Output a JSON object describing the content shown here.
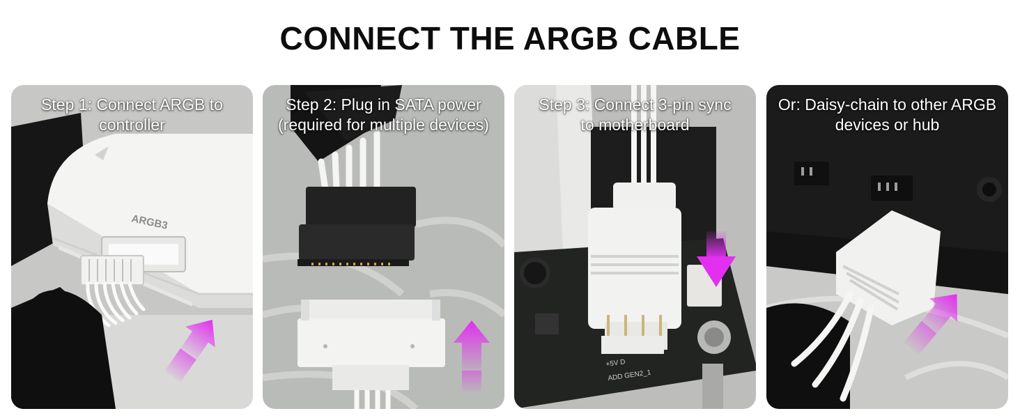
{
  "title": "CONNECT THE ARGB CABLE",
  "steps": [
    {
      "line1": "Step 1: Connect ARGB to",
      "line2": "controller",
      "label": "ARGB3"
    },
    {
      "line1": "Step 2: Plug in SATA power",
      "line2": "(required for multiple devices)"
    },
    {
      "line1": "Step 3: Connect 3-pin sync",
      "line2": "to motherboard",
      "label1": "+5V D",
      "label2": "ADD GEN2_1"
    },
    {
      "line1": "Or: Daisy-chain to other ARGB",
      "line2": "devices or hub"
    }
  ],
  "colors": {
    "arrow": "#e22ff0",
    "panel_dark": "#1a1a1a",
    "plastic": "#efefed"
  }
}
